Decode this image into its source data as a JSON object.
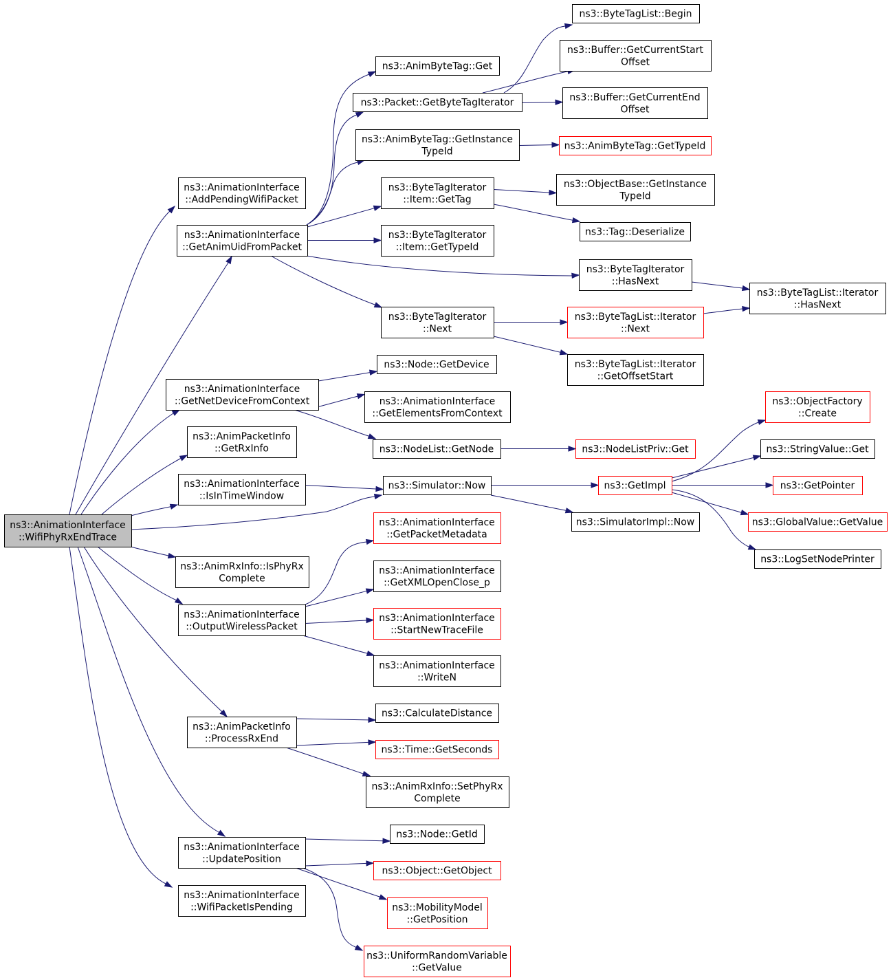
{
  "colors": {
    "edge": "#191970",
    "root_fill": "#bfbfbf",
    "node_border": "#000000",
    "truncated_border": "#ff0000",
    "background": "#ffffff"
  },
  "nodes": [
    {
      "id": "root",
      "lines": [
        "ns3::AnimationInterface",
        "::WifiPhyRxEndTrace"
      ],
      "style": "root"
    },
    {
      "id": "addPending",
      "lines": [
        "ns3::AnimationInterface",
        "::AddPendingWifiPacket"
      ],
      "style": "normal"
    },
    {
      "id": "getAnimUid",
      "lines": [
        "ns3::AnimationInterface",
        "::GetAnimUidFromPacket"
      ],
      "style": "normal"
    },
    {
      "id": "getNetDev",
      "lines": [
        "ns3::AnimationInterface",
        "::GetNetDeviceFromContext"
      ],
      "style": "normal"
    },
    {
      "id": "getRxInfo",
      "lines": [
        "ns3::AnimPacketInfo",
        "::GetRxInfo"
      ],
      "style": "normal"
    },
    {
      "id": "isInTime",
      "lines": [
        "ns3::AnimationInterface",
        "::IsInTimeWindow"
      ],
      "style": "normal"
    },
    {
      "id": "isPhyRx",
      "lines": [
        "ns3::AnimRxInfo::IsPhyRx",
        "Complete"
      ],
      "style": "normal"
    },
    {
      "id": "outputWireless",
      "lines": [
        "ns3::AnimationInterface",
        "::OutputWirelessPacket"
      ],
      "style": "normal"
    },
    {
      "id": "processRxEnd",
      "lines": [
        "ns3::AnimPacketInfo",
        "::ProcessRxEnd"
      ],
      "style": "normal"
    },
    {
      "id": "updatePos",
      "lines": [
        "ns3::AnimationInterface",
        "::UpdatePosition"
      ],
      "style": "normal"
    },
    {
      "id": "wifiPending",
      "lines": [
        "ns3::AnimationInterface",
        "::WifiPacketIsPending"
      ],
      "style": "normal"
    },
    {
      "id": "abtGet",
      "lines": [
        "ns3::AnimByteTag::Get"
      ],
      "style": "normal"
    },
    {
      "id": "pktGetBTI",
      "lines": [
        "ns3::Packet::GetByteTagIterator"
      ],
      "style": "normal"
    },
    {
      "id": "abtGetInst",
      "lines": [
        "ns3::AnimByteTag::GetInstance",
        "TypeId"
      ],
      "style": "normal"
    },
    {
      "id": "btiItemGetTag",
      "lines": [
        "ns3::ByteTagIterator",
        "::Item::GetTag"
      ],
      "style": "normal"
    },
    {
      "id": "btiItemGetTypeId",
      "lines": [
        "ns3::ByteTagIterator",
        "::Item::GetTypeId"
      ],
      "style": "normal"
    },
    {
      "id": "btiNext",
      "lines": [
        "ns3::ByteTagIterator",
        "::Next"
      ],
      "style": "normal"
    },
    {
      "id": "nodeGetDevice",
      "lines": [
        "ns3::Node::GetDevice"
      ],
      "style": "normal"
    },
    {
      "id": "aiGetElems",
      "lines": [
        "ns3::AnimationInterface",
        "::GetElementsFromContext"
      ],
      "style": "normal"
    },
    {
      "id": "nodeListGetNode",
      "lines": [
        "ns3::NodeList::GetNode"
      ],
      "style": "normal"
    },
    {
      "id": "simNow",
      "lines": [
        "ns3::Simulator::Now"
      ],
      "style": "normal"
    },
    {
      "id": "aiGetPktMeta",
      "lines": [
        "ns3::AnimationInterface",
        "::GetPacketMetadata"
      ],
      "style": "truncated"
    },
    {
      "id": "aiGetXML",
      "lines": [
        "ns3::AnimationInterface",
        "::GetXMLOpenClose_p"
      ],
      "style": "normal"
    },
    {
      "id": "aiStartNew",
      "lines": [
        "ns3::AnimationInterface",
        "::StartNewTraceFile"
      ],
      "style": "truncated"
    },
    {
      "id": "aiWriteN",
      "lines": [
        "ns3::AnimationInterface",
        "::WriteN"
      ],
      "style": "normal"
    },
    {
      "id": "calcDist",
      "lines": [
        "ns3::CalculateDistance"
      ],
      "style": "normal"
    },
    {
      "id": "timeGetSec",
      "lines": [
        "ns3::Time::GetSeconds"
      ],
      "style": "truncated"
    },
    {
      "id": "setPhyRx",
      "lines": [
        "ns3::AnimRxInfo::SetPhyRx",
        "Complete"
      ],
      "style": "normal"
    },
    {
      "id": "nodeGetId",
      "lines": [
        "ns3::Node::GetId"
      ],
      "style": "normal"
    },
    {
      "id": "objGetObj",
      "lines": [
        "ns3::Object::GetObject"
      ],
      "style": "truncated"
    },
    {
      "id": "mobGetPos",
      "lines": [
        "ns3::MobilityModel",
        "::GetPosition"
      ],
      "style": "truncated"
    },
    {
      "id": "urvGetValue",
      "lines": [
        "ns3::UniformRandomVariable",
        "::GetValue"
      ],
      "style": "truncated"
    },
    {
      "id": "btlBegin",
      "lines": [
        "ns3::ByteTagList::Begin"
      ],
      "style": "normal"
    },
    {
      "id": "bufStart",
      "lines": [
        "ns3::Buffer::GetCurrentStart",
        "Offset"
      ],
      "style": "normal"
    },
    {
      "id": "bufEnd",
      "lines": [
        "ns3::Buffer::GetCurrentEnd",
        "Offset"
      ],
      "style": "normal"
    },
    {
      "id": "abtGetTypeId",
      "lines": [
        "ns3::AnimByteTag::GetTypeId"
      ],
      "style": "truncated"
    },
    {
      "id": "obGetInst",
      "lines": [
        "ns3::ObjectBase::GetInstance",
        "TypeId"
      ],
      "style": "normal"
    },
    {
      "id": "tagDeser",
      "lines": [
        "ns3::Tag::Deserialize"
      ],
      "style": "normal"
    },
    {
      "id": "btiHasNext",
      "lines": [
        "ns3::ByteTagIterator",
        "::HasNext"
      ],
      "style": "normal"
    },
    {
      "id": "btliNext",
      "lines": [
        "ns3::ByteTagList::Iterator",
        "::Next"
      ],
      "style": "truncated"
    },
    {
      "id": "btliGetOff",
      "lines": [
        "ns3::ByteTagList::Iterator",
        "::GetOffsetStart"
      ],
      "style": "normal"
    },
    {
      "id": "btliHasNext",
      "lines": [
        "ns3::ByteTagList::Iterator",
        "::HasNext"
      ],
      "style": "normal"
    },
    {
      "id": "nlpGet",
      "lines": [
        "ns3::NodeListPriv::Get"
      ],
      "style": "truncated"
    },
    {
      "id": "getImpl",
      "lines": [
        "ns3::GetImpl"
      ],
      "style": "truncated"
    },
    {
      "id": "simImplNow",
      "lines": [
        "ns3::SimulatorImpl::Now"
      ],
      "style": "normal"
    },
    {
      "id": "ofCreate",
      "lines": [
        "ns3::ObjectFactory",
        "::Create"
      ],
      "style": "truncated"
    },
    {
      "id": "svGet",
      "lines": [
        "ns3::StringValue::Get"
      ],
      "style": "normal"
    },
    {
      "id": "getPointer",
      "lines": [
        "ns3::GetPointer"
      ],
      "style": "truncated"
    },
    {
      "id": "gvGetValue",
      "lines": [
        "ns3::GlobalValue::GetValue"
      ],
      "style": "truncated"
    },
    {
      "id": "logSetNode",
      "lines": [
        "ns3::LogSetNodePrinter"
      ],
      "style": "normal"
    }
  ],
  "edges": [
    [
      "root",
      "addPending"
    ],
    [
      "root",
      "getAnimUid"
    ],
    [
      "root",
      "getNetDev"
    ],
    [
      "root",
      "getRxInfo"
    ],
    [
      "root",
      "isInTime"
    ],
    [
      "root",
      "simNow"
    ],
    [
      "root",
      "isPhyRx"
    ],
    [
      "root",
      "outputWireless"
    ],
    [
      "root",
      "processRxEnd"
    ],
    [
      "root",
      "updatePos"
    ],
    [
      "root",
      "wifiPending"
    ],
    [
      "getAnimUid",
      "abtGet"
    ],
    [
      "getAnimUid",
      "pktGetBTI"
    ],
    [
      "getAnimUid",
      "abtGetInst"
    ],
    [
      "getAnimUid",
      "btiItemGetTag"
    ],
    [
      "getAnimUid",
      "btiItemGetTypeId"
    ],
    [
      "getAnimUid",
      "btiHasNext"
    ],
    [
      "getAnimUid",
      "btiNext"
    ],
    [
      "pktGetBTI",
      "btlBegin"
    ],
    [
      "pktGetBTI",
      "bufStart"
    ],
    [
      "pktGetBTI",
      "bufEnd"
    ],
    [
      "abtGetInst",
      "abtGetTypeId"
    ],
    [
      "btiItemGetTag",
      "obGetInst"
    ],
    [
      "btiItemGetTag",
      "tagDeser"
    ],
    [
      "btiHasNext",
      "btliHasNext"
    ],
    [
      "btiNext",
      "btliNext"
    ],
    [
      "btiNext",
      "btliGetOff"
    ],
    [
      "btliNext",
      "btliHasNext"
    ],
    [
      "getNetDev",
      "nodeGetDevice"
    ],
    [
      "getNetDev",
      "aiGetElems"
    ],
    [
      "getNetDev",
      "nodeListGetNode"
    ],
    [
      "nodeListGetNode",
      "nlpGet"
    ],
    [
      "isInTime",
      "simNow"
    ],
    [
      "simNow",
      "getImpl"
    ],
    [
      "simNow",
      "simImplNow"
    ],
    [
      "getImpl",
      "ofCreate"
    ],
    [
      "getImpl",
      "svGet"
    ],
    [
      "getImpl",
      "getPointer"
    ],
    [
      "getImpl",
      "gvGetValue"
    ],
    [
      "getImpl",
      "logSetNode"
    ],
    [
      "outputWireless",
      "aiGetPktMeta"
    ],
    [
      "outputWireless",
      "aiGetXML"
    ],
    [
      "outputWireless",
      "aiStartNew"
    ],
    [
      "outputWireless",
      "aiWriteN"
    ],
    [
      "processRxEnd",
      "calcDist"
    ],
    [
      "processRxEnd",
      "timeGetSec"
    ],
    [
      "processRxEnd",
      "setPhyRx"
    ],
    [
      "updatePos",
      "nodeGetId"
    ],
    [
      "updatePos",
      "objGetObj"
    ],
    [
      "updatePos",
      "mobGetPos"
    ],
    [
      "updatePos",
      "urvGetValue"
    ]
  ]
}
